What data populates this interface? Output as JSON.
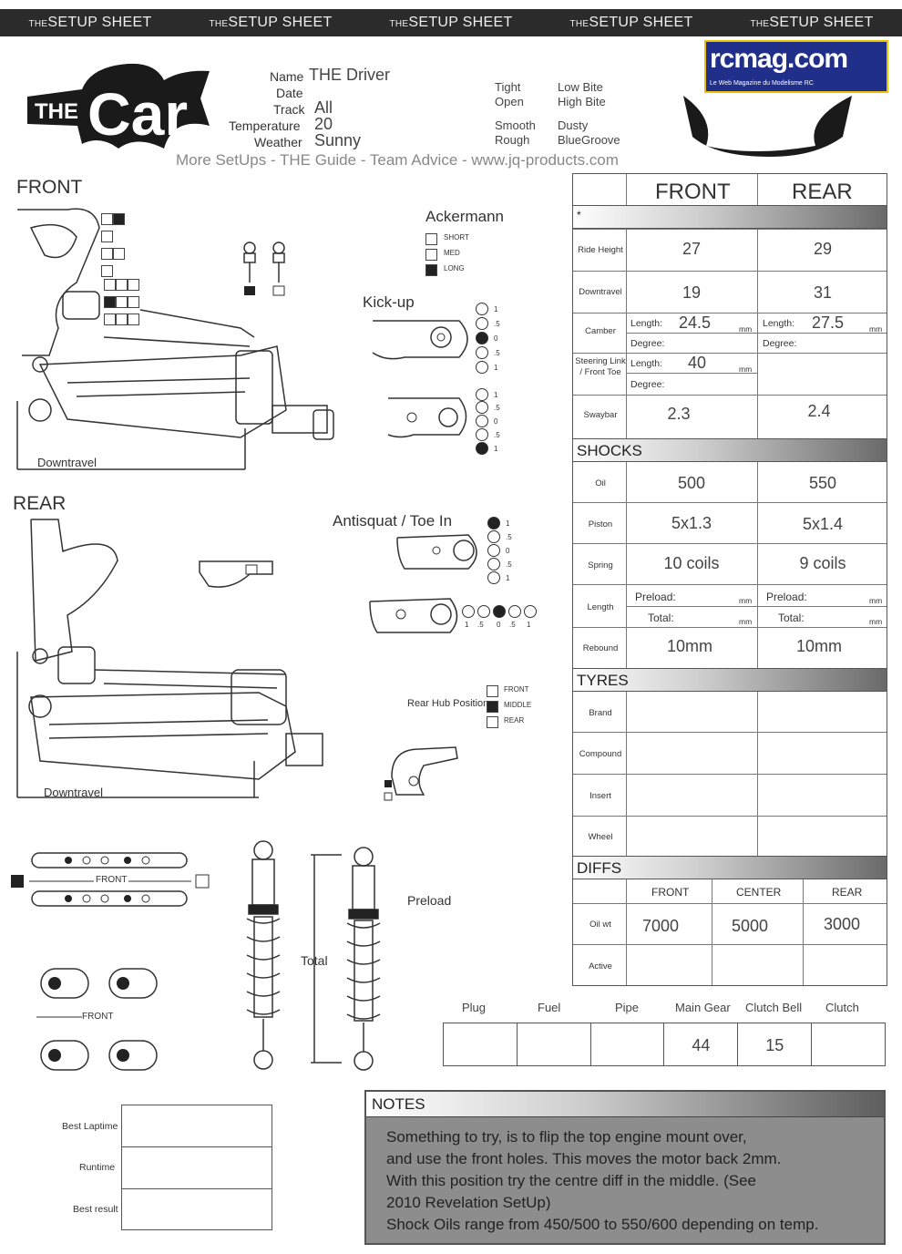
{
  "banner": [
    "THE SETUP SHEET",
    "THE SETUP SHEET",
    "THE SETUP SHEET",
    "THE SETUP SHEET",
    "THE SETUP SHEET"
  ],
  "banner_prefix": "THE",
  "banner_word": "SETUP SHEET",
  "logo": {
    "small": "THE",
    "big": "Car"
  },
  "rcmag": {
    "title": "rcmag.com",
    "tagline": "Le Web Magazine du Modelisme RC"
  },
  "info": {
    "name_label": "Name",
    "name_value": "THE Driver",
    "date_label": "Date",
    "date_value": "",
    "track_label": "Track",
    "track_value": "All",
    "temp_label": "Temperature",
    "temp_value": "20",
    "weather_label": "Weather",
    "weather_value": "Sunny"
  },
  "conditions": {
    "tight": "Tight",
    "open": "Open",
    "smooth": "Smooth",
    "rough": "Rough",
    "low_bite": "Low Bite",
    "high_bite": "High Bite",
    "dusty": "Dusty",
    "bluegroove": "BlueGroove"
  },
  "tagline": "More SetUps - THE Guide - Team Advice - www.jq-products.com",
  "diagram": {
    "front": "FRONT",
    "rear": "REAR",
    "downtravel": "Downtravel",
    "downtravel2": "Downtravel",
    "ackermann": "Ackermann",
    "ack_short": "SHORT",
    "ack_med": "MED",
    "ack_long": "LONG",
    "kickup": "Kick-up",
    "antisquat": "Antisquat / Toe In",
    "rear_hub": "Rear Hub Position",
    "hub_front": "FRONT",
    "hub_middle": "MIDDLE",
    "hub_rear": "REAR",
    "front_arrow": "FRONT",
    "front_arrow2": "FRONT",
    "preload": "Preload",
    "total": "Total",
    "kick_vals": [
      "1",
      ".5",
      "0",
      ".5",
      "1"
    ],
    "toe_vals": [
      "1",
      ".5",
      "0",
      ".5",
      "1"
    ]
  },
  "table": {
    "front_hdr": "FRONT",
    "rear_hdr": "REAR",
    "star": "*",
    "ride_height": {
      "label": "Ride Height",
      "front": "27",
      "rear": "29"
    },
    "downtravel": {
      "label": "Downtravel",
      "front": "19",
      "rear": "31"
    },
    "camber": {
      "label": "Camber",
      "length_lbl": "Length:",
      "degree_lbl": "Degree:",
      "front_len": "24.5",
      "rear_len": "27.5",
      "mm": "mm"
    },
    "steering": {
      "label": "Steering Link / Front Toe",
      "length_lbl": "Length:",
      "degree_lbl": "Degree:",
      "front_len": "40",
      "mm": "mm"
    },
    "swaybar": {
      "label": "Swaybar",
      "front": "2.3",
      "rear": "2.4"
    },
    "shocks_hdr": "SHOCKS",
    "oil": {
      "label": "Oil",
      "front": "500",
      "rear": "550"
    },
    "piston": {
      "label": "Piston",
      "front": "5x1.3",
      "rear": "5x1.4"
    },
    "spring": {
      "label": "Spring",
      "front": "10 coils",
      "rear": "9 coils"
    },
    "length": {
      "label": "Length",
      "preload_lbl": "Preload:",
      "total_lbl": "Total:",
      "mm": "mm"
    },
    "rebound": {
      "label": "Rebound",
      "front": "10mm",
      "rear": "10mm"
    },
    "tyres_hdr": "TYRES",
    "brand": "Brand",
    "compound": "Compound",
    "insert": "Insert",
    "wheel": "Wheel",
    "diffs_hdr": "DIFFS",
    "diff_cols": [
      "FRONT",
      "CENTER",
      "REAR"
    ],
    "oilwt": {
      "label": "Oil wt",
      "front": "7000",
      "center": "5000",
      "rear": "3000"
    },
    "active": "Active"
  },
  "engine": {
    "headers": [
      "Plug",
      "Fuel",
      "Pipe",
      "Main Gear",
      "Clutch Bell",
      "Clutch"
    ],
    "values": [
      "",
      "",
      "",
      "44",
      "15",
      ""
    ]
  },
  "results": {
    "best_laptime": "Best Laptime",
    "runtime": "Runtime",
    "best_result": "Best result"
  },
  "notes": {
    "title": "NOTES",
    "lines": [
      "Something to try, is to flip the top engine mount over,",
      "and use the front holes. This moves the motor back 2mm.",
      "With this position try the centre diff in the middle.  (See",
      "2010 Revelation SetUp)",
      "Shock Oils range from 450/500 to 550/600 depending on temp."
    ]
  }
}
